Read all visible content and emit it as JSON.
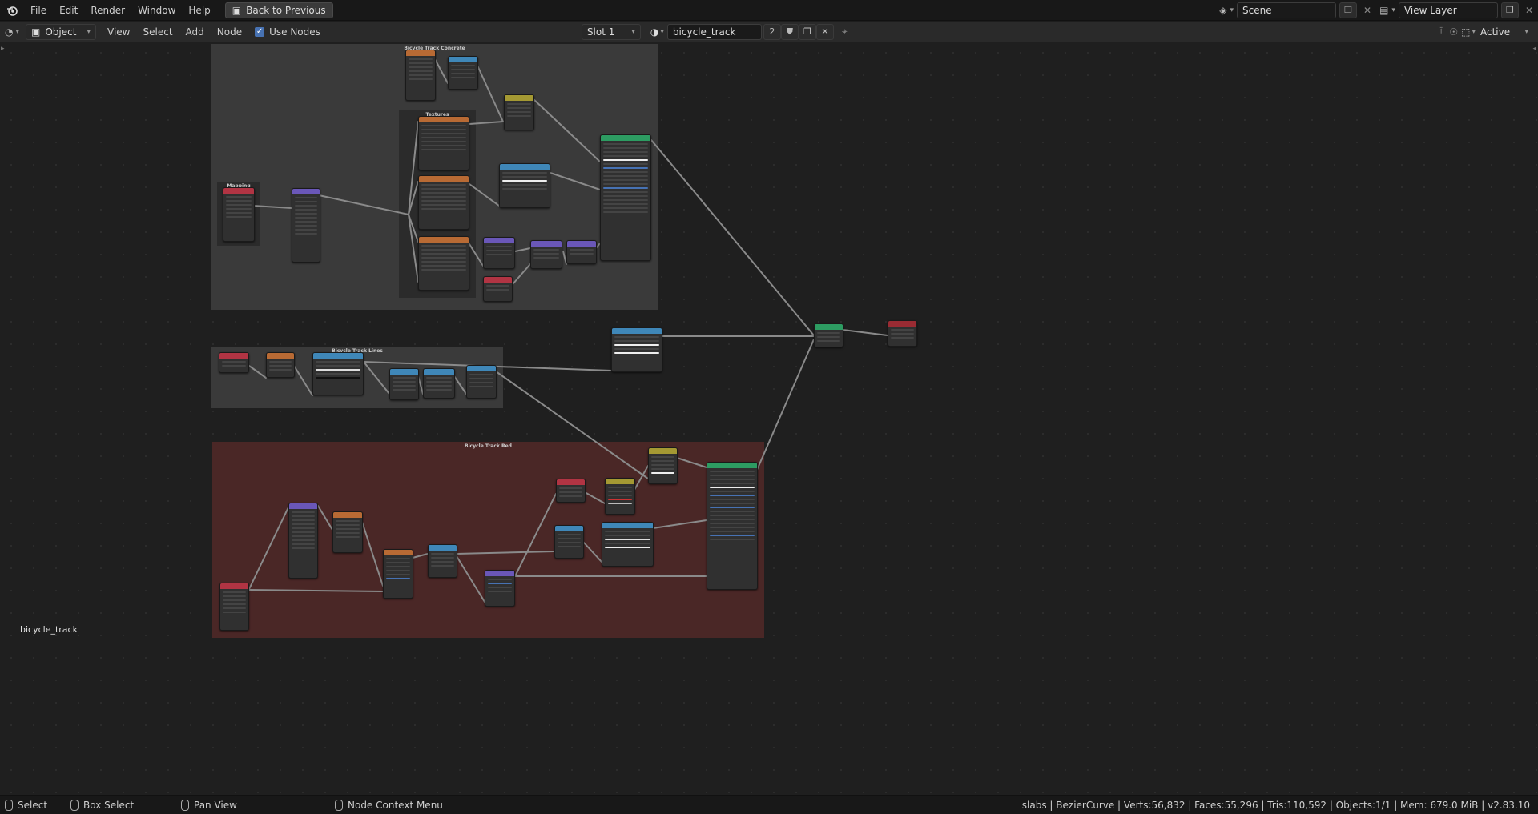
{
  "topbar": {
    "menus": [
      "File",
      "Edit",
      "Render",
      "Window",
      "Help"
    ],
    "back_button": "Back to Previous",
    "scene_label": "Scene",
    "view_layer_label": "View Layer"
  },
  "header": {
    "object_mode": "Object",
    "menus": [
      "View",
      "Select",
      "Add",
      "Node"
    ],
    "use_nodes_label": "Use Nodes",
    "slot": "Slot 1",
    "material_name": "bicycle_track",
    "user_count": "2",
    "active_label": "Active"
  },
  "frames": [
    {
      "label": "Bicycle Track Concrete"
    },
    {
      "label": "Bicycle Track Lines"
    },
    {
      "label": "Bicycle Track Red"
    }
  ],
  "subframes": [
    {
      "label": "Mapping"
    },
    {
      "label": "Textures"
    }
  ],
  "editor_label": "bicycle_track",
  "statusbar": {
    "items": [
      {
        "icon": "mouse-left-icon",
        "label": "Select"
      },
      {
        "icon": "mouse-drag-icon",
        "label": "Box Select"
      },
      {
        "icon": "mouse-middle-icon",
        "label": "Pan View"
      },
      {
        "icon": "mouse-right-icon",
        "label": "Node Context Menu"
      }
    ],
    "stats": "slabs | BezierCurve | Verts:56,832 | Faces:55,296 | Tris:110,592 | Objects:1/1 | Mem: 679.0 MiB | v2.83.10"
  },
  "colors": {
    "input_header": "#b13443",
    "texture_header": "#b86a34",
    "vector_header": "#6a57b8",
    "color_header": "#3f87b8",
    "shader_header": "#2d9c62",
    "converter_header": "#a49933",
    "output_header": "#9a2b33",
    "red_frame": "#4a2726"
  }
}
